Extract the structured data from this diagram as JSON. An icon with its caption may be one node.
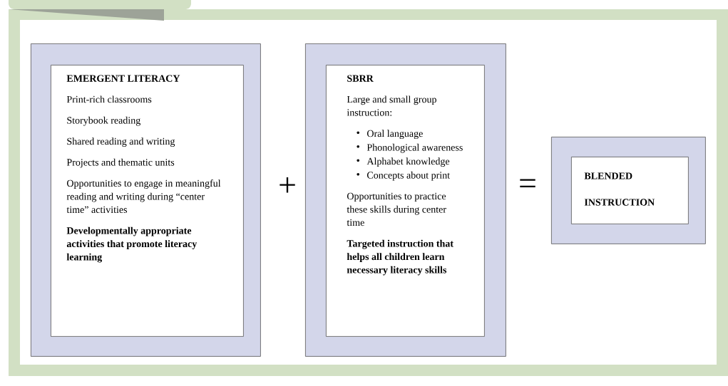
{
  "diagram": {
    "nodes": [
      {
        "text": [],
        "shape": "box"
      },
      {
        "text": [
          "EMERGENT LITERACY",
          "Print-rich classrooms",
          "Storybook reading",
          "Shared reading and writing",
          "Projects and thematic units",
          "Opportunities to engage in meaningful reading and writing during “center time” activities",
          "Developmentally appropriate activities that promote literacy learning"
        ],
        "in": 0
      },
      {
        "text": [],
        "shape": "box"
      },
      {
        "text": [
          "SBRR",
          "Large and small group instruction:",
          "Oral language",
          "Phonological awareness",
          "Alphabet knowledge",
          "Concepts about print",
          "Opportunities to practice these skills during center time",
          "Targeted instruction that helps all children learn necessary literacy skills"
        ],
        "in": 2
      },
      {
        "text": [],
        "shape": "box"
      },
      {
        "text": [
          "BLENDED INSTRUCTION"
        ],
        "in": 4
      }
    ],
    "labels": [
      "+",
      "="
    ]
  }
}
